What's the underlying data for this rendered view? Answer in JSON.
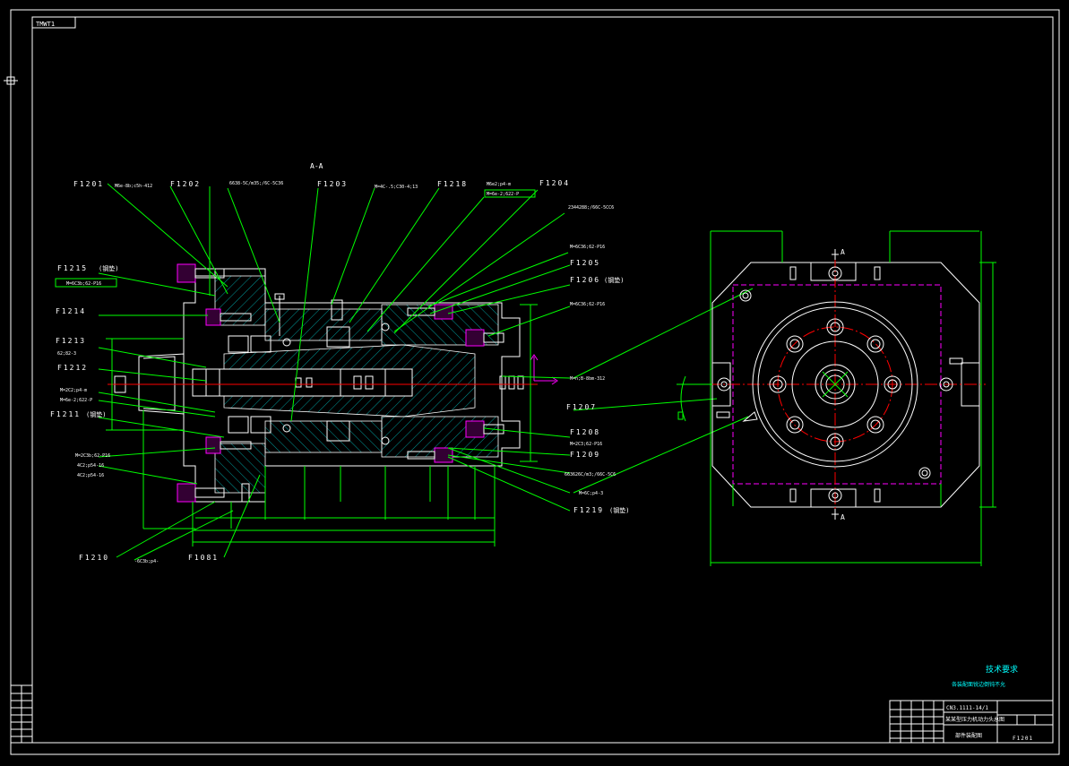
{
  "drawing": {
    "code_box": "TMWT1",
    "section_label": "A-A",
    "side_label_top": "A",
    "side_label_bottom": "A",
    "tech_title": "技术要求",
    "tech_note": "各装配面锐边倒钝不允",
    "title_block": {
      "line1": "CN3.1111-14/1",
      "line2": "某某型压力机动力头总图",
      "line3": "部件装配图",
      "code": "F1201"
    }
  },
  "callouts": {
    "left": [
      {
        "id": "F1215",
        "note": "(钢垫)",
        "spec": "M=6C3b;62-P16"
      },
      {
        "id": "F1214",
        "note": "",
        "spec": ""
      },
      {
        "id": "F1213",
        "note": "",
        "spec": "62;82-3"
      },
      {
        "id": "F1212",
        "note": "",
        "spec": ""
      },
      {
        "id": "F1211",
        "note": "(钢垫)",
        "spec": "M=2C3b;62-P16"
      },
      {
        "id": "F1210",
        "note": "",
        "spec": ""
      }
    ],
    "left_specs": [
      "M=2C2;p4-m",
      "M=6e-2;622-P",
      "M=2C3b;62-P16",
      "4C2;p54-16",
      "4C2;p54-16"
    ],
    "top": [
      {
        "id": "F1201",
        "spec": "M6e-8b;c5h-412"
      },
      {
        "id": "F1202",
        "spec": ""
      },
      {
        "id": "",
        "spec": "6638-5C/m35;/6C-5C36"
      },
      {
        "id": "F1203",
        "spec": ""
      },
      {
        "id": "",
        "spec": "M=4C-.5;C30-4;13"
      },
      {
        "id": "F1218",
        "spec": ""
      },
      {
        "id": "",
        "spec": "M6e2;p4-m"
      },
      {
        "id": "F1204",
        "spec": "M=6e-2;622-P"
      }
    ],
    "right": [
      {
        "id": "",
        "spec": "2344288;/66C-5CC6"
      },
      {
        "id": "",
        "spec": "M=6C36;62-P16"
      },
      {
        "id": "F1205",
        "spec": ""
      },
      {
        "id": "F1206",
        "note": "(钢垫)",
        "spec": ""
      },
      {
        "id": "",
        "spec": "M=6C36;62-P16"
      },
      {
        "id": "",
        "spec": "M=n;B-8bm-312"
      },
      {
        "id": "F1207",
        "spec": ""
      },
      {
        "id": "F1208",
        "spec": "M=2C3;62-P16"
      },
      {
        "id": "F1209",
        "spec": ""
      },
      {
        "id": "",
        "spec": "663626C/m3;/66C-5C6"
      },
      {
        "id": "",
        "spec": "M=6C;p4-3"
      },
      {
        "id": "F1219",
        "note": "(钢垫)",
        "spec": ""
      }
    ],
    "bottom": [
      {
        "id": "F1210",
        "spec": ""
      },
      {
        "id": "",
        "spec": "-6C3b;p4-"
      },
      {
        "id": "F1081",
        "spec": ""
      }
    ]
  },
  "colors": {
    "background": "#000000",
    "frame": "#ffffff",
    "leaders": "#00ff00",
    "centerlines": "#ff0000",
    "hidden": "#ff00ff",
    "annotation": "#00ffff"
  }
}
